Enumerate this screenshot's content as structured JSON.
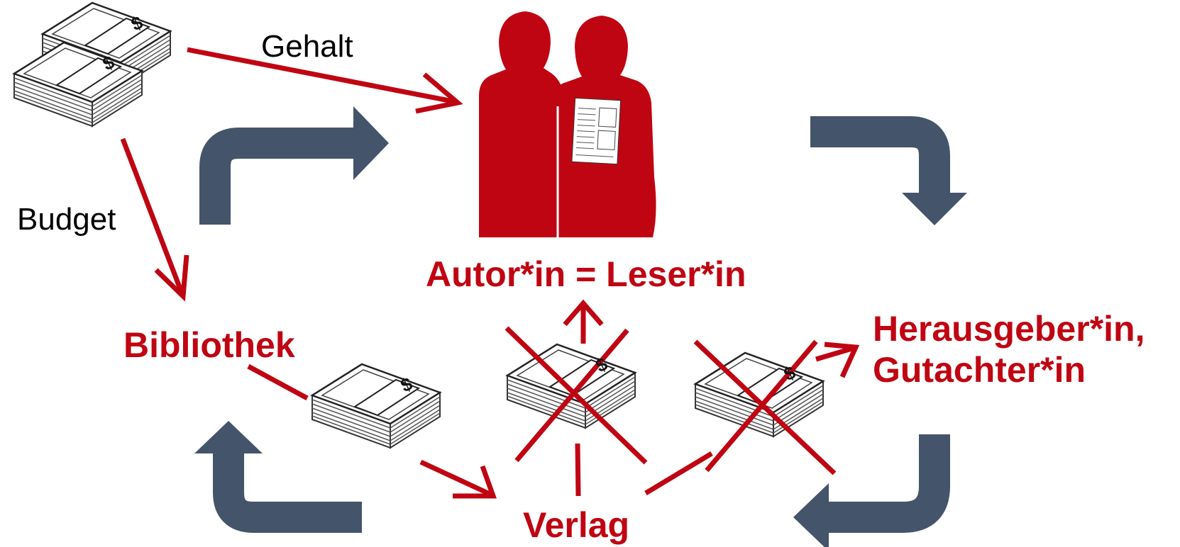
{
  "diagram": {
    "edge_labels": {
      "salary": "Gehalt",
      "budget": "Budget"
    },
    "nodes": {
      "author_reader": "Autor*in = Leser*in",
      "library": "Bibliothek",
      "editor_reviewer": "Herausgeber*in,\nGutachter*in",
      "publisher": "Verlag"
    },
    "money_symbol": "$",
    "icons": [
      "money-stack-icon",
      "people-silhouette-icon",
      "curved-arrow-icon",
      "cross-out-icon"
    ],
    "colors": {
      "red": "#c00512",
      "cycle_arrow": "#44546a",
      "text": "#000000"
    }
  }
}
